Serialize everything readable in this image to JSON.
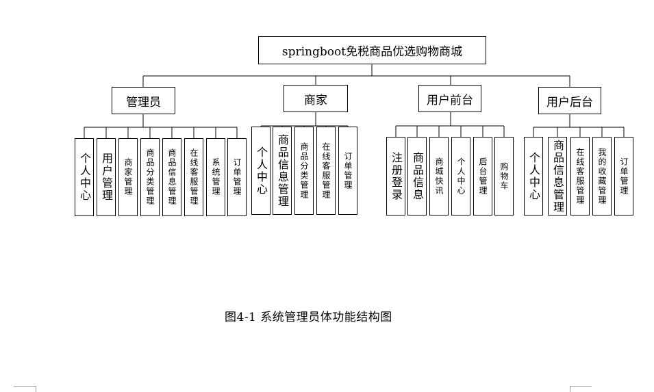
{
  "diagram": {
    "root": "springboot免税商品优选购物商城",
    "categories": [
      {
        "label": "管理员",
        "items": [
          "个人中心",
          "用户管理",
          "商家管理",
          "商品分类管理",
          "商品信息管理",
          "在线客服管理",
          "系统管理",
          "订单管理"
        ]
      },
      {
        "label": "商家",
        "items": [
          "个人中心",
          "商品信息管理",
          "商品分类管理",
          "在线客服管理",
          "订单管理"
        ]
      },
      {
        "label": "用户前台",
        "items": [
          "注册登录",
          "商品信息",
          "商城快讯",
          "个人中心",
          "后台管理",
          "购物车"
        ]
      },
      {
        "label": "用户后台",
        "items": [
          "个人中心",
          "商品信息管理",
          "在线客服管理",
          "我的收藏管理",
          "订单管理"
        ]
      }
    ],
    "caption": "图4-1 系统管理员体功能结构图"
  }
}
